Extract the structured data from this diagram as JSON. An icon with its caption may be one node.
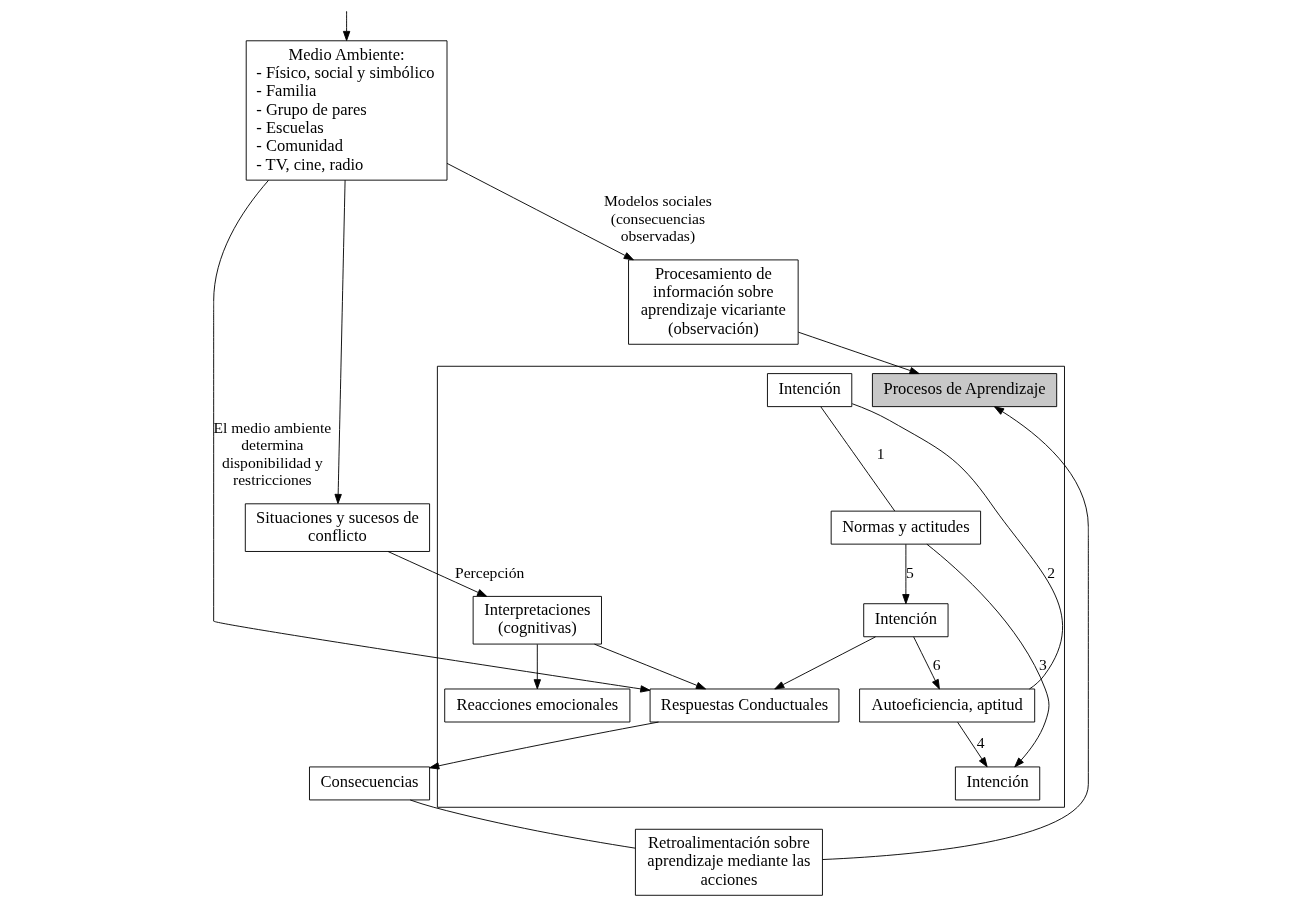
{
  "diagram": {
    "nodes": [
      {
        "text": [
          "Medio Ambiente:",
          "- Físico, social y simbólico",
          "- Familia",
          "- Grupo de pares",
          "- Escuelas",
          "- Comunidad",
          "- TV, cine, radio"
        ]
      },
      {
        "text": [],
        "shape": "box"
      },
      {
        "text": [
          "Interpretaciones (cognitivas)"
        ],
        "in": 1
      },
      {
        "text": [
          "Intención"
        ],
        "in": 1
      },
      {
        "text": [
          "Reacciones emocionales"
        ],
        "in": 1
      },
      {
        "text": [
          "Respuestas Conductuales"
        ],
        "in": 1
      },
      {
        "text": [
          "Consecuencias"
        ]
      },
      {
        "text": [
          "Situaciones y sucesos de conflicto"
        ]
      },
      {
        "text": [
          "Intención"
        ],
        "in": 1
      },
      {
        "text": [
          "Intención"
        ],
        "in": 1
      },
      {
        "text": [
          "Normas y actitudes"
        ],
        "in": 1
      },
      {
        "text": [
          "Autoeficiencia, aptitud"
        ],
        "in": 1
      },
      {
        "text": [
          "Procesos de Aprendizaje"
        ],
        "in": 1
      },
      {
        "text": [
          "Procesamiento de información sobre aprendizaje vicariante (observación)"
        ]
      },
      {
        "text": [
          "Retroalimentación sobre aprendizaje mediante las acciones"
        ]
      }
    ],
    "edges": [
      {
        "from": 0,
        "to": 5,
        "arrow": "to",
        "label": "El medio ambiente determina disponibilidad y restricciones"
      },
      {
        "from": 0,
        "to": 7,
        "arrow": "to"
      },
      {
        "from": 7,
        "to": 2,
        "arrow": "to",
        "label": "Percepción"
      },
      {
        "from": 0,
        "to": 13,
        "arrow": "to",
        "label": "Modelos sociales (consecuencias observadas)"
      },
      {
        "from": 2,
        "to": 4,
        "arrow": "to"
      },
      {
        "from": 2,
        "to": 5,
        "arrow": "to"
      },
      {
        "from": 5,
        "to": 6,
        "arrow": "to"
      },
      {
        "from": 3,
        "to": 10,
        "arrow": "none",
        "label": "1"
      },
      {
        "from": 3,
        "to": 11,
        "arrow": "none",
        "label": "2"
      },
      {
        "from": 10,
        "to": 8,
        "arrow": "to",
        "label": "3"
      },
      {
        "from": 11,
        "to": 8,
        "arrow": "to",
        "label": "4"
      },
      {
        "from": 10,
        "to": 9,
        "arrow": "to",
        "label": "5"
      },
      {
        "from": 9,
        "to": 5,
        "arrow": "to"
      },
      {
        "from": 9,
        "to": 11,
        "arrow": "to",
        "label": "6"
      },
      {
        "from": 13,
        "to": 12,
        "arrow": "to"
      },
      {
        "from": 14,
        "to": 12,
        "arrow": "to"
      },
      {
        "from": 6,
        "to": 14,
        "arrow": "none"
      },
      {
        "from": null,
        "to": 0,
        "arrow": "to"
      }
    ]
  }
}
